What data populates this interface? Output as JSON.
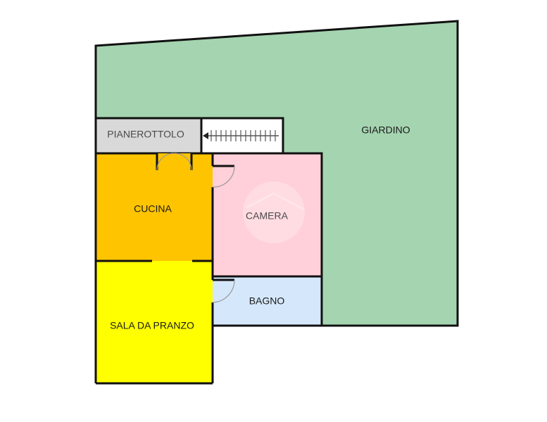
{
  "plan": {
    "rooms": [
      {
        "id": "giardino",
        "label": "GIARDINO",
        "color": "#a5d4b0"
      },
      {
        "id": "pianerottolo",
        "label": "PIANEROTTOLO",
        "color": "#d9d9d9"
      },
      {
        "id": "scala",
        "label": "",
        "color": "#ffffff"
      },
      {
        "id": "cucina",
        "label": "CUCINA",
        "color": "#ffc400"
      },
      {
        "id": "camera",
        "label": "CAMERA",
        "color": "#ffd0d9"
      },
      {
        "id": "bagno",
        "label": "BAGNO",
        "color": "#d5e8fb"
      },
      {
        "id": "sala_da_pranzo",
        "label": "SALA DA PRANZO",
        "color": "#ffff00"
      }
    ],
    "labels": {
      "giardino": "GIARDINO",
      "pianerottolo": "PIANEROTTOLO",
      "cucina": "CUCINA",
      "camera": "CAMERA",
      "bagno": "BAGNO",
      "sala_da_pranzo": "SALA DA PRANZO"
    },
    "wall_color": "#111111",
    "stair_steps": 14
  }
}
